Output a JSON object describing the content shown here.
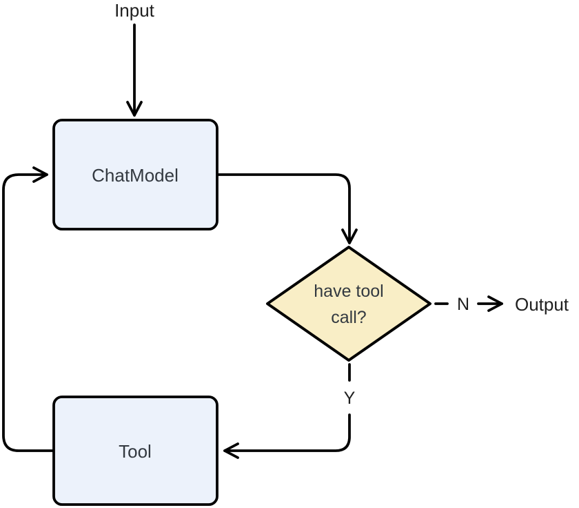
{
  "diagram": {
    "type": "flowchart",
    "nodes": {
      "input": {
        "label": "Input"
      },
      "chat_model": {
        "label": "ChatModel"
      },
      "decision": {
        "line1": "have tool",
        "line2": "call?"
      },
      "tool": {
        "label": "Tool"
      },
      "output": {
        "label": "Output"
      }
    },
    "edge_labels": {
      "no": "N",
      "yes": "Y"
    },
    "colors": {
      "background": "#ffffff",
      "node_fill": "#ecf2fb",
      "decision_fill": "#f9eec6",
      "stroke": "#000000",
      "node_text": "#333940",
      "label_text": "#1f1f1f"
    }
  }
}
